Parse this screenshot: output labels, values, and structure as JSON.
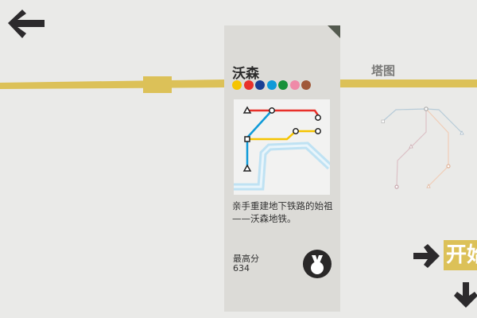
{
  "navigation": {
    "back_icon": "arrow-left-icon",
    "forward_icon": "arrow-right-icon",
    "down_icon": "arrow-down-icon"
  },
  "current_city": {
    "name": "沃森",
    "line_colors": [
      "#f5c400",
      "#e8302a",
      "#1a3f94",
      "#0e9ad8",
      "#16913a",
      "#ef8aa8",
      "#a0593a"
    ],
    "description": "亲手重建地下铁路的始祖——沃森地铁。",
    "high_score_label": "最高分",
    "high_score": "634",
    "medal_icon": "medal-icon"
  },
  "next_city": {
    "name": "塔图"
  },
  "start_button": {
    "label": "开始"
  },
  "colors": {
    "accent": "#dcc158",
    "card": "#dcdbd7",
    "background": "#eaeae8"
  }
}
